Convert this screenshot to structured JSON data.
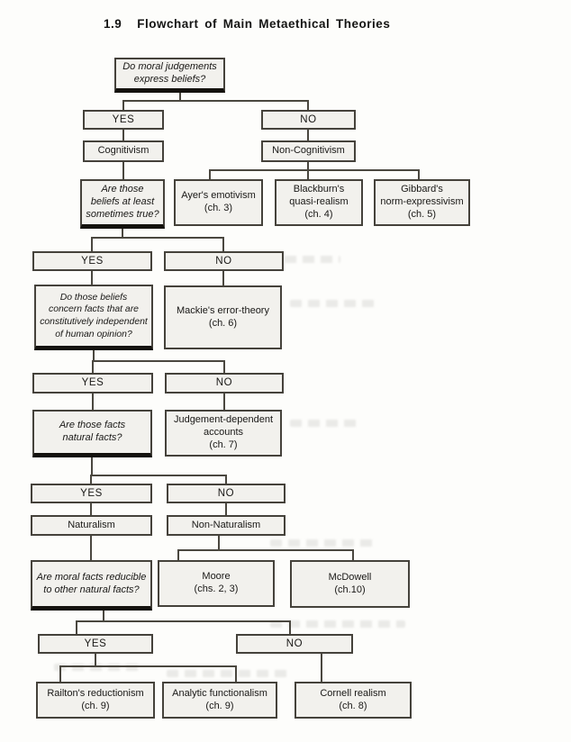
{
  "heading": {
    "number": "1.9",
    "title": "Flowchart of Main Metaethical Theories"
  },
  "colors": {
    "paper": "#fdfdfb",
    "box_fill": "#f2f1ed",
    "ink": "#45423b",
    "question_shadow": "#14120e"
  },
  "flowchart": {
    "nodes": {
      "q_beliefs": {
        "label": "Do moral judgements\nexpress beliefs?",
        "kind": "question"
      },
      "yes1": {
        "label": "YES",
        "kind": "answer"
      },
      "no1": {
        "label": "NO",
        "kind": "answer"
      },
      "cognitivism": {
        "label": "Cognitivism",
        "kind": "theory"
      },
      "non_cognitivism": {
        "label": "Non-Cognitivism",
        "kind": "theory"
      },
      "ayer": {
        "label": "Ayer's emotivism\n(ch. 3)",
        "kind": "theory"
      },
      "blackburn": {
        "label": "Blackburn's\nquasi-realism\n(ch. 4)",
        "kind": "theory"
      },
      "gibbard": {
        "label": "Gibbard's\nnorm-expressivism\n(ch. 5)",
        "kind": "theory"
      },
      "q_true": {
        "label": "Are those\nbeliefs at least\nsometimes true?",
        "kind": "question"
      },
      "yes2": {
        "label": "YES",
        "kind": "answer"
      },
      "no2": {
        "label": "NO",
        "kind": "answer"
      },
      "q_independent": {
        "label": "Do those beliefs\nconcern facts that are\nconstitutively independent\nof human opinion?",
        "kind": "question"
      },
      "mackie": {
        "label": "Mackie's error-theory\n(ch. 6)",
        "kind": "theory"
      },
      "yes3": {
        "label": "YES",
        "kind": "answer"
      },
      "no3": {
        "label": "NO",
        "kind": "answer"
      },
      "q_natural": {
        "label": "Are those facts\nnatural facts?",
        "kind": "question"
      },
      "judgement_dependent": {
        "label": "Judgement-dependent\naccounts\n(ch. 7)",
        "kind": "theory"
      },
      "yes4": {
        "label": "YES",
        "kind": "answer"
      },
      "no4": {
        "label": "NO",
        "kind": "answer"
      },
      "naturalism": {
        "label": "Naturalism",
        "kind": "theory"
      },
      "non_naturalism": {
        "label": "Non-Naturalism",
        "kind": "theory"
      },
      "q_reducible": {
        "label": "Are moral facts reducible\nto other natural facts?",
        "kind": "question"
      },
      "moore": {
        "label": "Moore\n(chs. 2, 3)",
        "kind": "theory"
      },
      "mcdowell": {
        "label": "McDowell\n(ch.10)",
        "kind": "theory"
      },
      "yes5": {
        "label": "YES",
        "kind": "answer"
      },
      "no5": {
        "label": "NO",
        "kind": "answer"
      },
      "railton": {
        "label": "Railton's reductionism\n(ch. 9)",
        "kind": "theory"
      },
      "analytic": {
        "label": "Analytic functionalism\n(ch. 9)",
        "kind": "theory"
      },
      "cornell": {
        "label": "Cornell realism\n(ch. 8)",
        "kind": "theory"
      }
    },
    "edges": [
      [
        "q_beliefs",
        "yes1"
      ],
      [
        "q_beliefs",
        "no1"
      ],
      [
        "yes1",
        "cognitivism"
      ],
      [
        "no1",
        "non_cognitivism"
      ],
      [
        "cognitivism",
        "q_true"
      ],
      [
        "non_cognitivism",
        "ayer"
      ],
      [
        "non_cognitivism",
        "blackburn"
      ],
      [
        "non_cognitivism",
        "gibbard"
      ],
      [
        "q_true",
        "yes2"
      ],
      [
        "q_true",
        "no2"
      ],
      [
        "yes2",
        "q_independent"
      ],
      [
        "no2",
        "mackie"
      ],
      [
        "q_independent",
        "yes3"
      ],
      [
        "q_independent",
        "no3"
      ],
      [
        "yes3",
        "q_natural"
      ],
      [
        "no3",
        "judgement_dependent"
      ],
      [
        "q_natural",
        "yes4"
      ],
      [
        "q_natural",
        "no4"
      ],
      [
        "yes4",
        "naturalism"
      ],
      [
        "no4",
        "non_naturalism"
      ],
      [
        "naturalism",
        "q_reducible"
      ],
      [
        "non_naturalism",
        "moore"
      ],
      [
        "non_naturalism",
        "mcdowell"
      ],
      [
        "q_reducible",
        "yes5"
      ],
      [
        "q_reducible",
        "no5"
      ],
      [
        "yes5",
        "railton"
      ],
      [
        "yes5",
        "analytic"
      ],
      [
        "no5",
        "cornell"
      ]
    ]
  }
}
